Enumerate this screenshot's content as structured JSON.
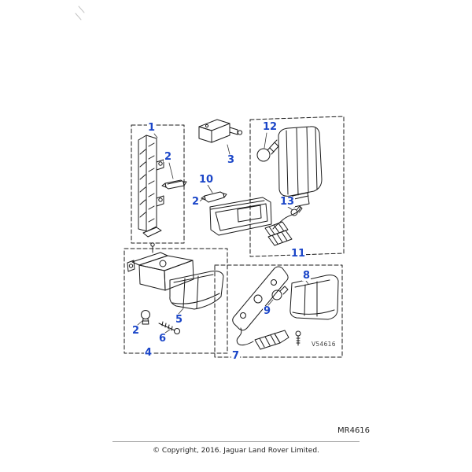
{
  "diagram": {
    "drawing_code": "V54616",
    "callouts": [
      {
        "id": "1",
        "label": "1"
      },
      {
        "id": "2-top",
        "label": "2"
      },
      {
        "id": "3",
        "label": "3"
      },
      {
        "id": "10",
        "label": "10"
      },
      {
        "id": "2-center",
        "label": "2"
      },
      {
        "id": "12",
        "label": "12"
      },
      {
        "id": "13",
        "label": "13"
      },
      {
        "id": "11",
        "label": "11"
      },
      {
        "id": "8",
        "label": "8"
      },
      {
        "id": "9",
        "label": "9"
      },
      {
        "id": "5",
        "label": "5"
      },
      {
        "id": "6",
        "label": "6"
      },
      {
        "id": "2-bottom",
        "label": "2"
      },
      {
        "id": "4",
        "label": "4"
      },
      {
        "id": "7",
        "label": "7"
      }
    ]
  },
  "footer": {
    "figure_number": "MR4616",
    "copyright": "© Copyright, 2016. Jaguar Land Rover Limited."
  },
  "colors": {
    "callout_blue": "#1b46c8",
    "line": "#1a1a1a",
    "background": "#ffffff"
  }
}
